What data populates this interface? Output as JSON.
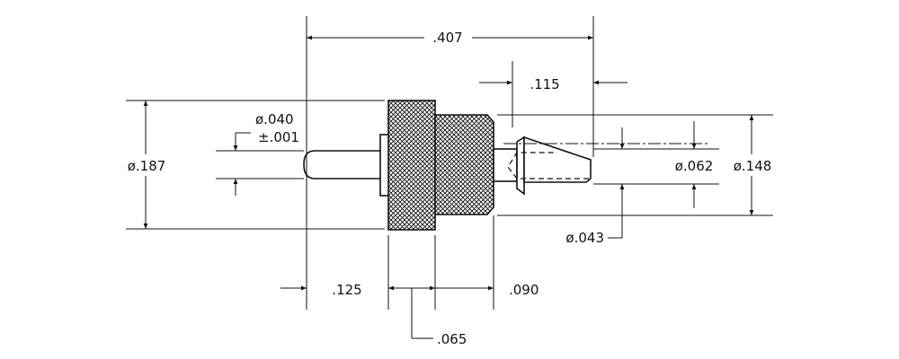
{
  "drawing": {
    "dim_overall_length": ".407",
    "dim_tip_length": ".115",
    "dim_pin_diameter_line1": "ø.040",
    "dim_pin_diameter_line2": "±.001",
    "dim_knurl_diameter": "ø.187",
    "dim_tip_diameter": "ø.062",
    "dim_body_diameter": "ø.148",
    "dim_tip_end_diameter": "ø.043",
    "dim_pin_length": ".125",
    "dim_body_length": ".090",
    "dim_knurl_length": ".065"
  }
}
